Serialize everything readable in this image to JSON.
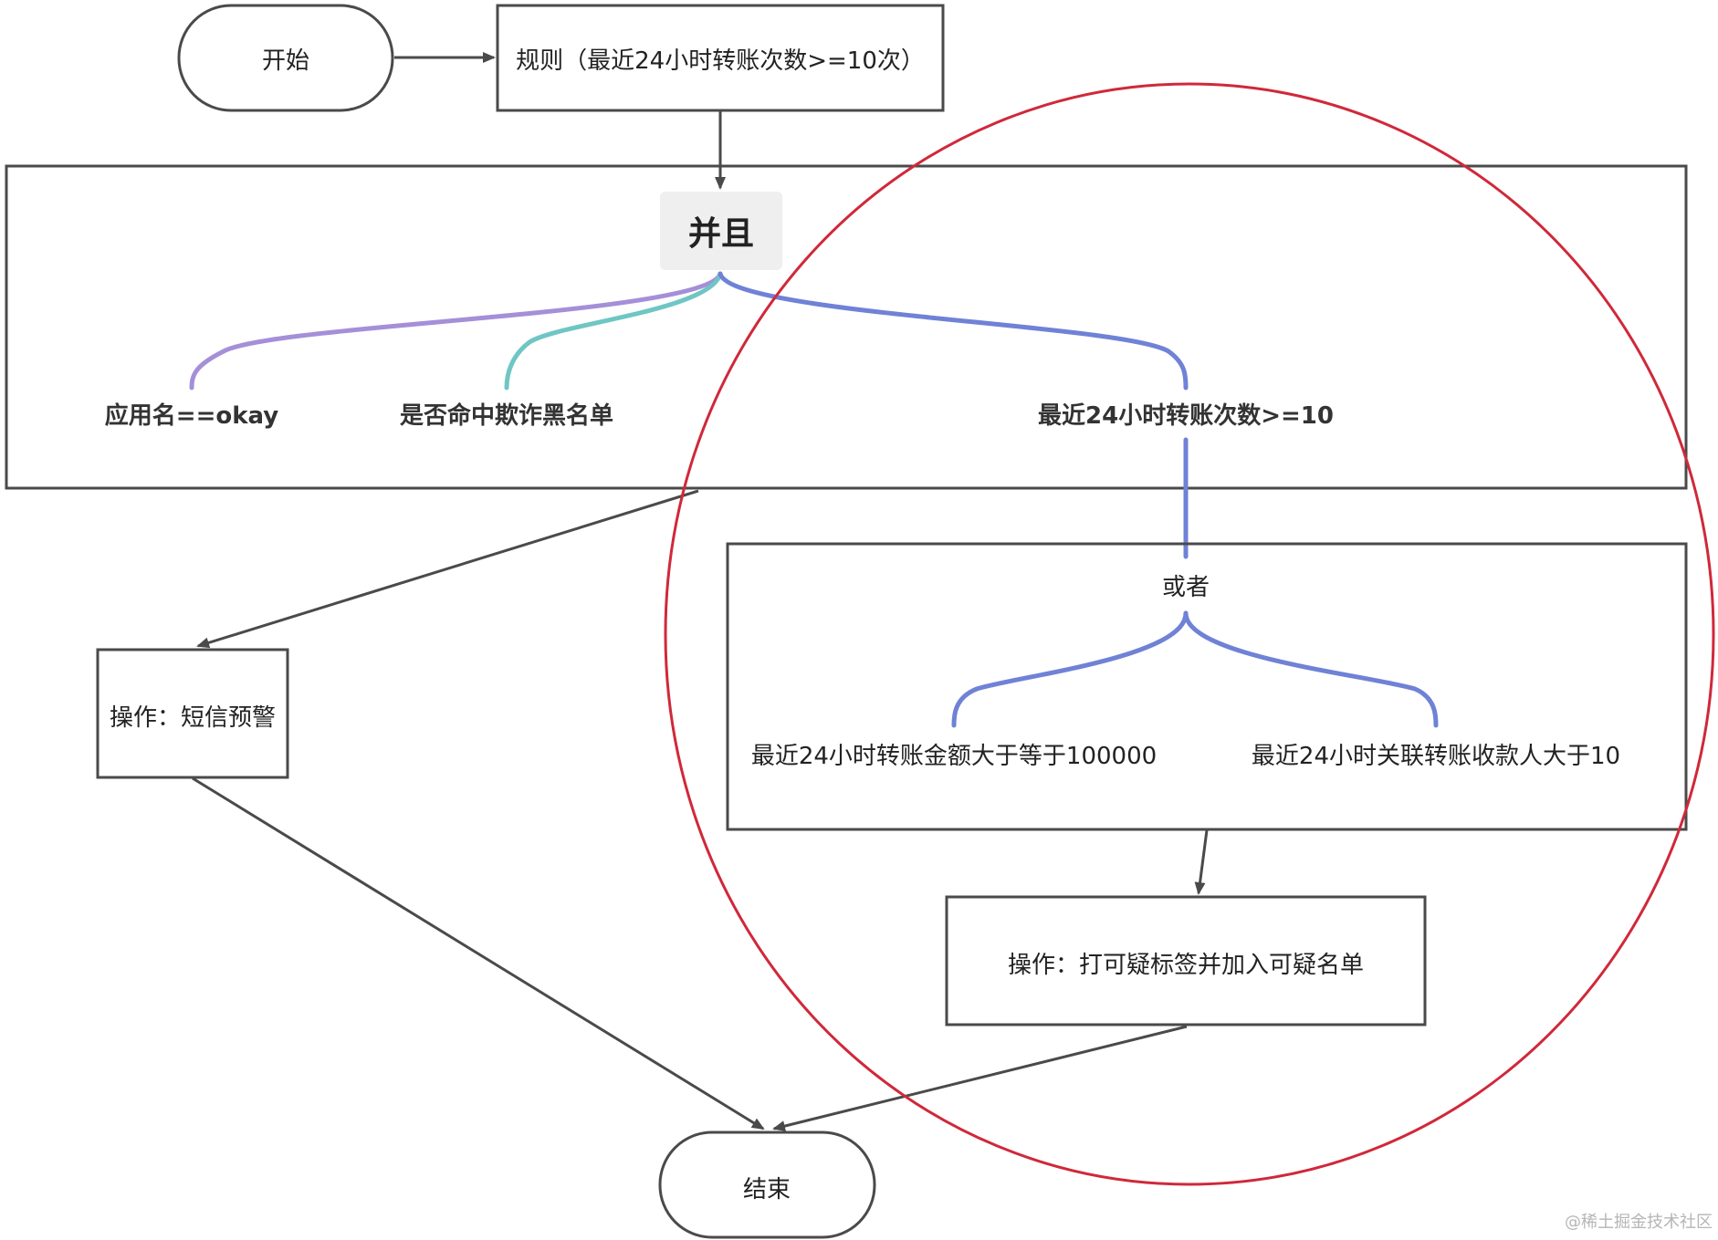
{
  "nodes": {
    "start": "开始",
    "rule": "规则（最近24小时转账次数>=10次）",
    "and": "并且",
    "cond_app": "应用名==okay",
    "cond_blacklist": "是否命中欺诈黑名单",
    "cond_count": "最近24小时转账次数>=10",
    "or": "或者",
    "cond_amount": "最近24小时转账金额大于等于100000",
    "cond_payee": "最近24小时关联转账收款人大于10",
    "action_sms": "操作：短信预警",
    "action_tag": "操作：打可疑标签并加入可疑名单",
    "end": "结束"
  },
  "watermark": "@稀土掘金技术社区",
  "colors": {
    "stroke": "#4a4a4a",
    "highlight_circle": "#d0283a",
    "branch_purple": "#a58fd8",
    "branch_teal": "#6fc6c4",
    "branch_blue": "#6f82d6",
    "and_chip_bg": "#efefef"
  }
}
